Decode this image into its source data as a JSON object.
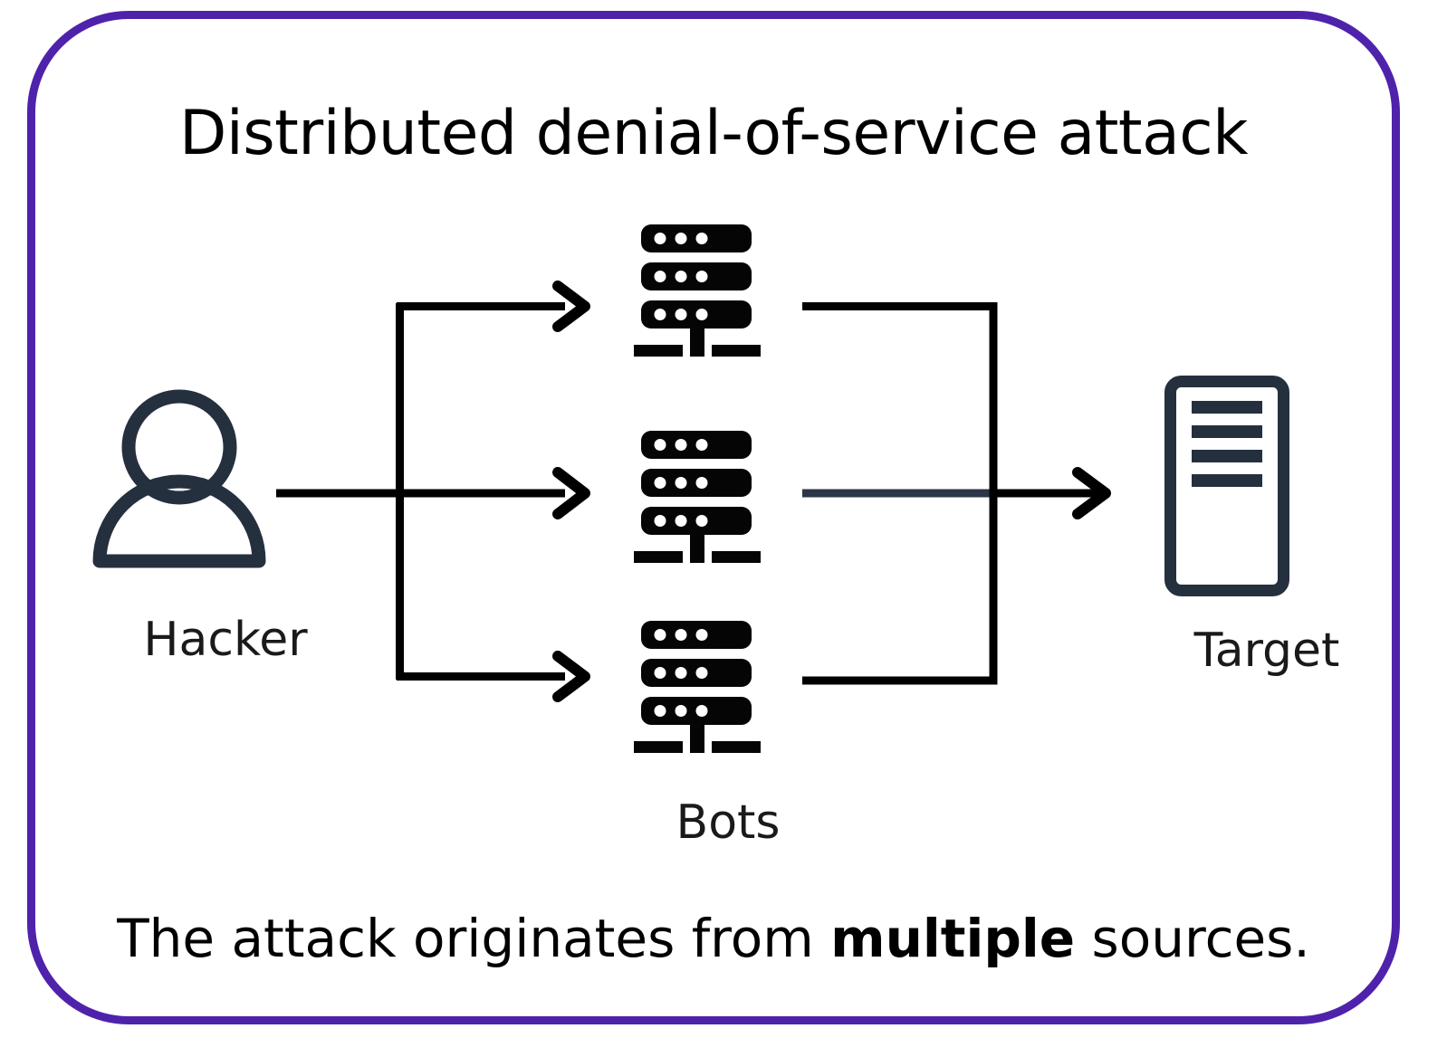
{
  "card": {
    "border_color": "#4f22ab",
    "background": "#ffffff"
  },
  "title": "Distributed denial-of-service attack",
  "caption": {
    "before": "The attack originates from ",
    "emphasis": "multiple",
    "after": " sources."
  },
  "palette": {
    "border_purple": "#4f22ab",
    "arrow_black": "#000000",
    "icon_navy": "#25303f",
    "middle_link_navy": "#2b3648",
    "server_black": "#050505",
    "server_dot_white": "#ffffff",
    "text_black": "#111111"
  },
  "nodes": [
    {
      "id": "hacker",
      "label": "Hacker",
      "icon": "person-icon",
      "role": "attacker"
    },
    {
      "id": "bots",
      "label": "Bots",
      "icon": "server-stack-icon",
      "role": "intermediaries",
      "count": 3
    },
    {
      "id": "target",
      "label": "Target",
      "icon": "server-tower-icon",
      "role": "victim"
    }
  ],
  "flow": {
    "description": "Hacker fans out to three bots, which converge on a single target.",
    "edges": [
      {
        "from": "hacker",
        "to": "bot-1",
        "arrow": true,
        "style": "solid-black"
      },
      {
        "from": "hacker",
        "to": "bot-2",
        "arrow": true,
        "style": "solid-black"
      },
      {
        "from": "hacker",
        "to": "bot-3",
        "arrow": true,
        "style": "solid-black"
      },
      {
        "from": "bot-1",
        "to": "target",
        "arrow": false,
        "style": "solid-black"
      },
      {
        "from": "bot-2",
        "to": "target",
        "arrow": false,
        "style": "solid-navy"
      },
      {
        "from": "bot-3",
        "to": "target",
        "arrow": false,
        "style": "solid-black"
      },
      {
        "from": "merge",
        "to": "target",
        "arrow": true,
        "style": "solid-black"
      }
    ]
  },
  "icon_names": {
    "hacker": "person-icon",
    "bot": "server-stack-icon",
    "target": "server-tower-icon",
    "arrowhead": "arrow-right-icon"
  }
}
